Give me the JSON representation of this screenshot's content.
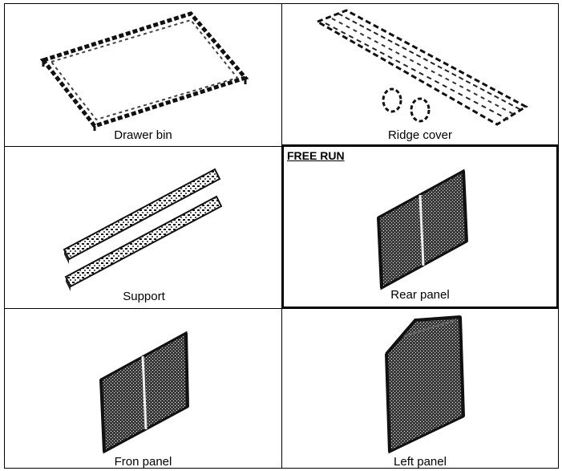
{
  "parts": [
    {
      "label": "Drawer bin",
      "icon": "drawer-bin-icon"
    },
    {
      "label": "Ridge cover",
      "icon": "ridge-cover-icon"
    },
    {
      "label": "Support",
      "icon": "support-icon"
    },
    {
      "label": "Rear panel",
      "icon": "rear-panel-icon",
      "tag": "FREE RUN"
    },
    {
      "label": "Fron panel",
      "icon": "front-panel-icon"
    },
    {
      "label": "Left panel",
      "icon": "left-panel-icon"
    }
  ],
  "colors": {
    "ink": "#000000",
    "paper": "#ffffff",
    "mesh": "#2b2b2b"
  }
}
